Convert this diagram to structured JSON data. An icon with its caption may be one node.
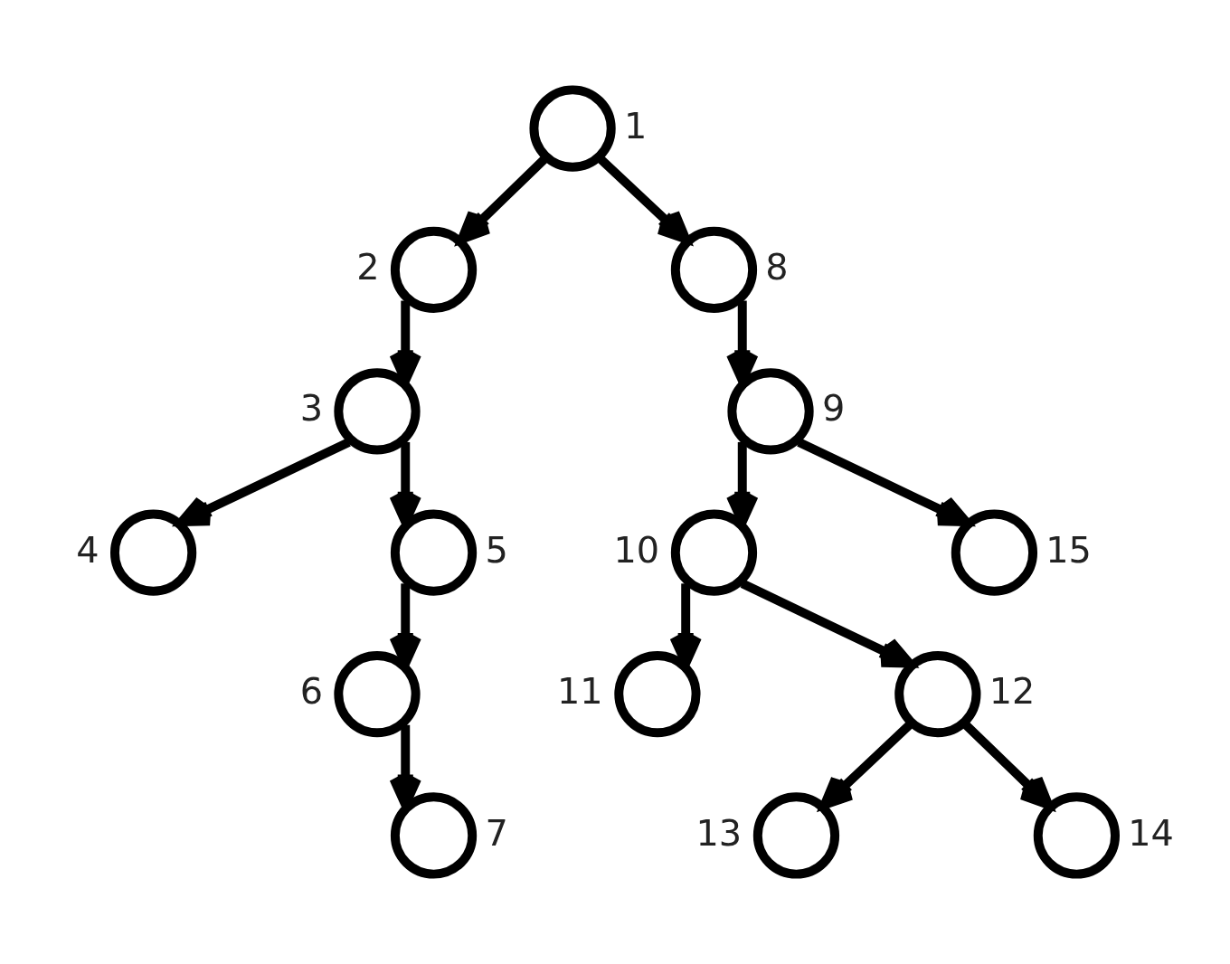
{
  "diagram": {
    "nodes": [
      {
        "text": [],
        "shape": "circle",
        "beside": [
          "1"
        ]
      },
      {
        "text": [],
        "shape": "circle",
        "beside": [
          "2"
        ]
      },
      {
        "text": [],
        "shape": "circle",
        "beside": [
          "3"
        ]
      },
      {
        "text": [],
        "shape": "circle",
        "beside": [
          "4"
        ]
      },
      {
        "text": [],
        "shape": "circle",
        "beside": [
          "5"
        ]
      },
      {
        "text": [],
        "shape": "circle",
        "beside": [
          "6"
        ]
      },
      {
        "text": [],
        "shape": "circle",
        "beside": [
          "7"
        ]
      },
      {
        "text": [],
        "shape": "circle",
        "beside": [
          "8"
        ]
      },
      {
        "text": [],
        "shape": "circle",
        "beside": [
          "9"
        ]
      },
      {
        "text": [],
        "shape": "circle",
        "beside": [
          "10"
        ]
      },
      {
        "text": [],
        "shape": "circle",
        "beside": [
          "11"
        ]
      },
      {
        "text": [],
        "shape": "circle",
        "beside": [
          "12"
        ]
      },
      {
        "text": [],
        "shape": "circle",
        "beside": [
          "13"
        ]
      },
      {
        "text": [],
        "shape": "circle",
        "beside": [
          "14"
        ]
      },
      {
        "text": [],
        "shape": "circle",
        "beside": [
          "15"
        ]
      }
    ],
    "edges": [
      {
        "from": 0,
        "to": 1,
        "arrow": "to"
      },
      {
        "from": 0,
        "to": 7,
        "arrow": "to"
      },
      {
        "from": 1,
        "to": 2,
        "arrow": "to"
      },
      {
        "from": 2,
        "to": 3,
        "arrow": "to"
      },
      {
        "from": 2,
        "to": 4,
        "arrow": "to"
      },
      {
        "from": 4,
        "to": 5,
        "arrow": "to"
      },
      {
        "from": 5,
        "to": 6,
        "arrow": "to"
      },
      {
        "from": 7,
        "to": 8,
        "arrow": "to"
      },
      {
        "from": 8,
        "to": 9,
        "arrow": "to"
      },
      {
        "from": 8,
        "to": 14,
        "arrow": "to"
      },
      {
        "from": 9,
        "to": 10,
        "arrow": "to"
      },
      {
        "from": 9,
        "to": 11,
        "arrow": "to"
      },
      {
        "from": 11,
        "to": 12,
        "arrow": "to"
      },
      {
        "from": 11,
        "to": 13,
        "arrow": "to"
      }
    ]
  }
}
